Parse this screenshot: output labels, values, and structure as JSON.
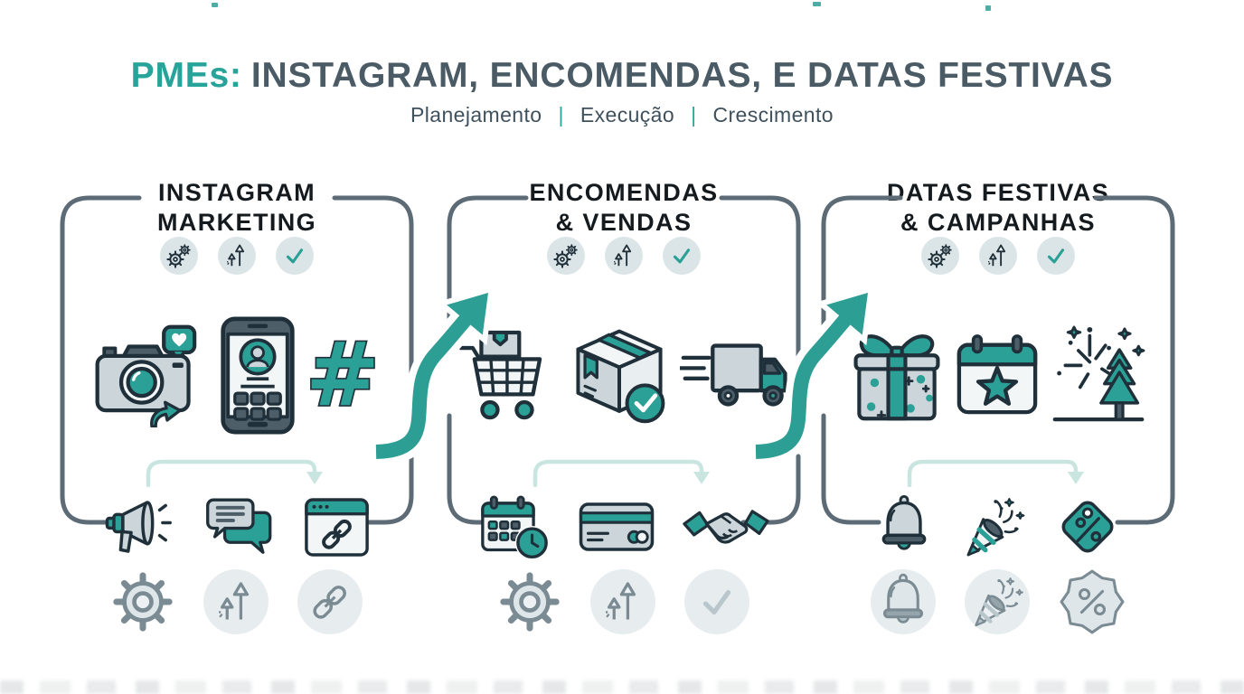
{
  "header": {
    "title_prefix": "PMEs:",
    "title_rest": "INSTAGRAM, ENCOMENDAS, E DATAS FESTIVAS",
    "subtitle_items": [
      "Planejamento",
      "Execução",
      "Crescimento"
    ],
    "subtitle_separator": "|"
  },
  "colors": {
    "accent_teal": "#2aa096",
    "title_slate": "#4a5b66",
    "heading_ink": "#141a1e",
    "frame_gray": "#5c6b75",
    "icon_light_fill": "#ccd6da",
    "muted_gray": "#7b8b93",
    "faint_arrow": "#c8e5e0"
  },
  "columns": [
    {
      "id": "instagram-marketing",
      "title_line1": "INSTAGRAM",
      "title_line2": "MARKETING",
      "status_icons": [
        {
          "name": "gears-icon",
          "chip": true
        },
        {
          "name": "growth-icon",
          "chip": true
        },
        {
          "name": "check-icon",
          "chip": true
        }
      ],
      "main_icons": [
        "camera-social-icon",
        "smartphone-profile-icon",
        "hashtag-icon"
      ],
      "flow_icons": [
        "megaphone-icon",
        "chat-icon",
        "browser-link-icon"
      ],
      "result_icons": [
        {
          "name": "gear-icon",
          "muted": true,
          "chip": false
        },
        {
          "name": "growth-icon",
          "muted": true,
          "chip": true
        },
        {
          "name": "link-icon",
          "muted": true,
          "chip": true
        }
      ]
    },
    {
      "id": "encomendas-vendas",
      "title_line1": "ENCOMENDAS",
      "title_line2": "& VENDAS",
      "status_icons": [
        {
          "name": "gears-icon",
          "chip": true
        },
        {
          "name": "growth-icon",
          "chip": true
        },
        {
          "name": "check-icon",
          "chip": true
        }
      ],
      "main_icons": [
        "cart-icon",
        "package-check-icon",
        "truck-icon"
      ],
      "flow_icons": [
        "calendar-clock-icon",
        "credit-card-icon",
        "handshake-icon"
      ],
      "result_icons": [
        {
          "name": "gear-icon",
          "muted": true,
          "chip": false
        },
        {
          "name": "growth-icon",
          "muted": true,
          "chip": true
        },
        {
          "name": "check-icon",
          "muted": true,
          "chip": true
        }
      ]
    },
    {
      "id": "datas-festivas-campanhas",
      "title_line1": "DATAS FESTIVAS",
      "title_line2": "& CAMPANHAS",
      "status_icons": [
        {
          "name": "gears-icon",
          "chip": true
        },
        {
          "name": "growth-icon",
          "chip": true
        },
        {
          "name": "check-icon",
          "chip": true
        }
      ],
      "main_icons": [
        "gift-icon",
        "calendar-star-icon",
        "fireworks-icon"
      ],
      "flow_icons": [
        "bell-icon",
        "party-popper-icon",
        "discount-tag-icon"
      ],
      "result_icons": [
        {
          "name": "bell-icon",
          "muted": true,
          "chip": true
        },
        {
          "name": "party-popper-icon",
          "muted": true,
          "chip": true
        },
        {
          "name": "percent-badge-icon",
          "muted": true,
          "chip": false
        }
      ]
    }
  ],
  "hashtag_glyph": "#",
  "decorations": {
    "big_arrows_between_columns": 2,
    "faint_loop_arrow_per_column": true,
    "bottom_cutoff_text_artifact": true,
    "top_edge_specks": 3
  }
}
